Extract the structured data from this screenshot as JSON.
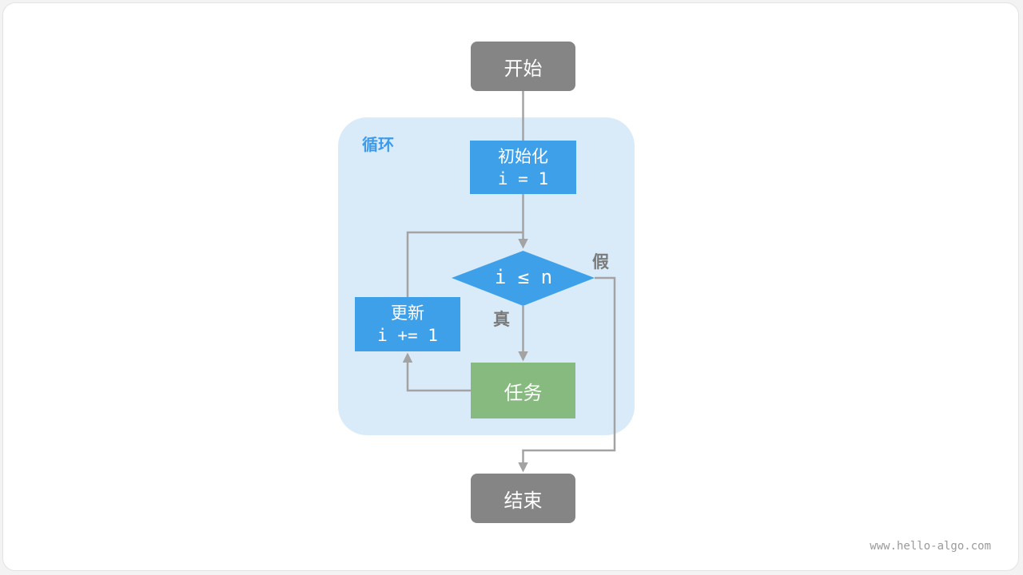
{
  "diagram": {
    "loop_label": "循环",
    "start": "开始",
    "init": {
      "line1": "初始化",
      "line2": "i = 1"
    },
    "condition": "i ≤ n",
    "true_label": "真",
    "false_label": "假",
    "update": {
      "line1": "更新",
      "line2": "i += 1"
    },
    "task": "任务",
    "end": "结束"
  },
  "watermark": "www.hello-algo.com",
  "colors": {
    "terminal": "#858585",
    "process": "#3fa0ea",
    "task": "#86ba7e",
    "loop_region": "#d9ebf9",
    "loop_label": "#3d9be9",
    "connector": "#a3a3a3"
  }
}
